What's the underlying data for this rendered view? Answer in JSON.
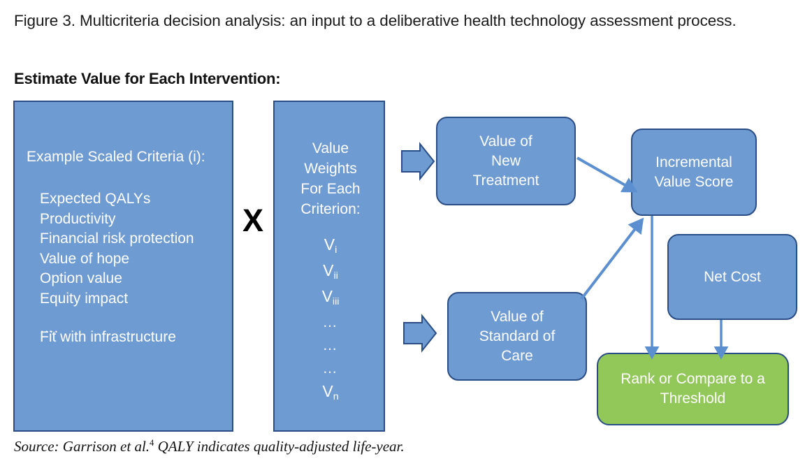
{
  "figure": {
    "caption": "Figure 3. Multicriteria decision analysis: an input to a deliberative health technology assessment process.",
    "section_heading": "Estimate Value for Each Intervention:",
    "source_prefix": "Source: Garrison et al.",
    "source_superscript": "4",
    "source_suffix": "  QALY indicates quality-adjusted life-year."
  },
  "criteria_panel": {
    "title": "Example Scaled Criteria (i):",
    "items_text": "Expected QALYs\nProductivity\nFinancial risk protection\nValue of hope\nOption value\nEquity impact",
    "items": [
      "Expected QALYs",
      "Productivity",
      "Financial risk protection",
      "Value of hope",
      "Option value",
      "Equity impact"
    ],
    "ellipsis": "....",
    "last_item": "Fit with infrastructure"
  },
  "operator": {
    "symbol": "X",
    "meaning": "multiply"
  },
  "weights_panel": {
    "title": "Value\nWeights\nFor Each\nCriterion:",
    "title_lines": [
      "Value",
      "Weights",
      "For Each",
      "Criterion:"
    ],
    "symbols": [
      {
        "base": "V",
        "sub": "i"
      },
      {
        "base": "V",
        "sub": "ii"
      },
      {
        "base": "V",
        "sub": "iii"
      },
      {
        "base": "…",
        "sub": ""
      },
      {
        "base": "…",
        "sub": ""
      },
      {
        "base": "…",
        "sub": ""
      },
      {
        "base": "V",
        "sub": "n"
      }
    ]
  },
  "boxes": {
    "new_treatment": "Value of\nNew\nTreatment",
    "standard_care": "Value of\nStandard of\nCare",
    "incremental_value": "Incremental\nValue Score",
    "net_cost": "Net Cost",
    "rank_threshold": "Rank or Compare to a\nThreshold"
  },
  "colors": {
    "box_blue_fill": "#6e9bd2",
    "box_blue_border": "#2a4d86",
    "green_fill": "#92c85a",
    "arrow_line": "#5b8fd0",
    "block_arrow_fill": "#6e9bd2",
    "text_white": "#ffffff",
    "text_black": "#111111"
  },
  "connectors": [
    {
      "name": "arrow-criteria-to-new-treatment",
      "type": "block-arrow",
      "from": "weights-panel",
      "to": "new-treatment"
    },
    {
      "name": "arrow-criteria-to-standard-care",
      "type": "block-arrow",
      "from": "weights-panel",
      "to": "standard-care"
    },
    {
      "name": "arrow-new-treatment-to-incremental",
      "type": "line-arrow",
      "from": "new-treatment",
      "to": "incremental-value"
    },
    {
      "name": "arrow-standard-care-to-incremental",
      "type": "line-arrow",
      "from": "standard-care",
      "to": "incremental-value"
    },
    {
      "name": "arrow-incremental-to-rank",
      "type": "line-arrow",
      "from": "incremental-value",
      "to": "rank-threshold"
    },
    {
      "name": "arrow-net-cost-to-rank",
      "type": "line-arrow",
      "from": "net-cost",
      "to": "rank-threshold"
    }
  ]
}
